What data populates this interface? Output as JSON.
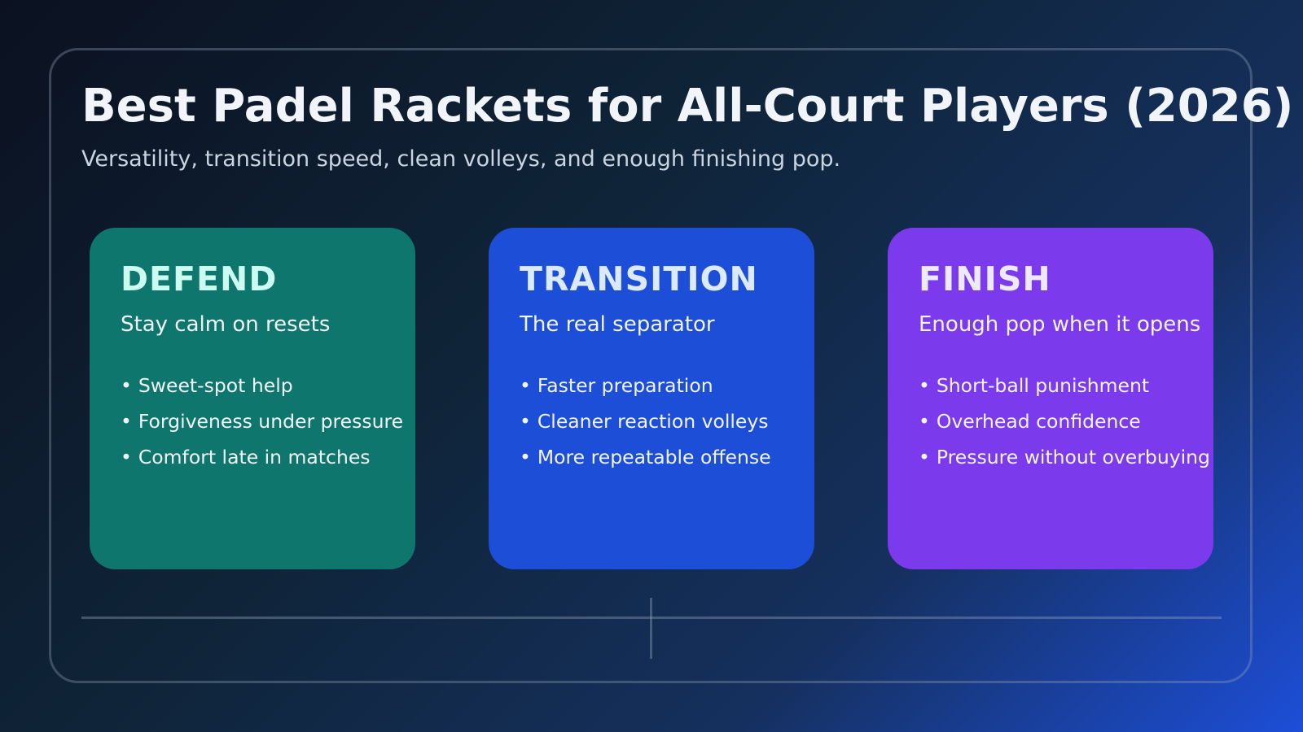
{
  "header": {
    "title": "Best Padel Rackets for All-Court Players (2026)",
    "subtitle": "Versatility, transition speed, clean volleys, and enough finishing pop."
  },
  "cards": [
    {
      "title": "DEFEND",
      "tagline": "Stay calm on resets",
      "points": [
        "Sweet-spot help",
        "Forgiveness under pressure",
        "Comfort late in matches"
      ],
      "color": "#0f766e"
    },
    {
      "title": "TRANSITION",
      "tagline": "The real separator",
      "points": [
        "Faster preparation",
        "Cleaner reaction volleys",
        "More repeatable offense"
      ],
      "color": "#1d4ed8"
    },
    {
      "title": "FINISH",
      "tagline": "Enough pop when it opens",
      "points": [
        "Short-ball punishment",
        "Overhead confidence",
        "Pressure without overbuying"
      ],
      "color": "#7c3aed"
    }
  ]
}
